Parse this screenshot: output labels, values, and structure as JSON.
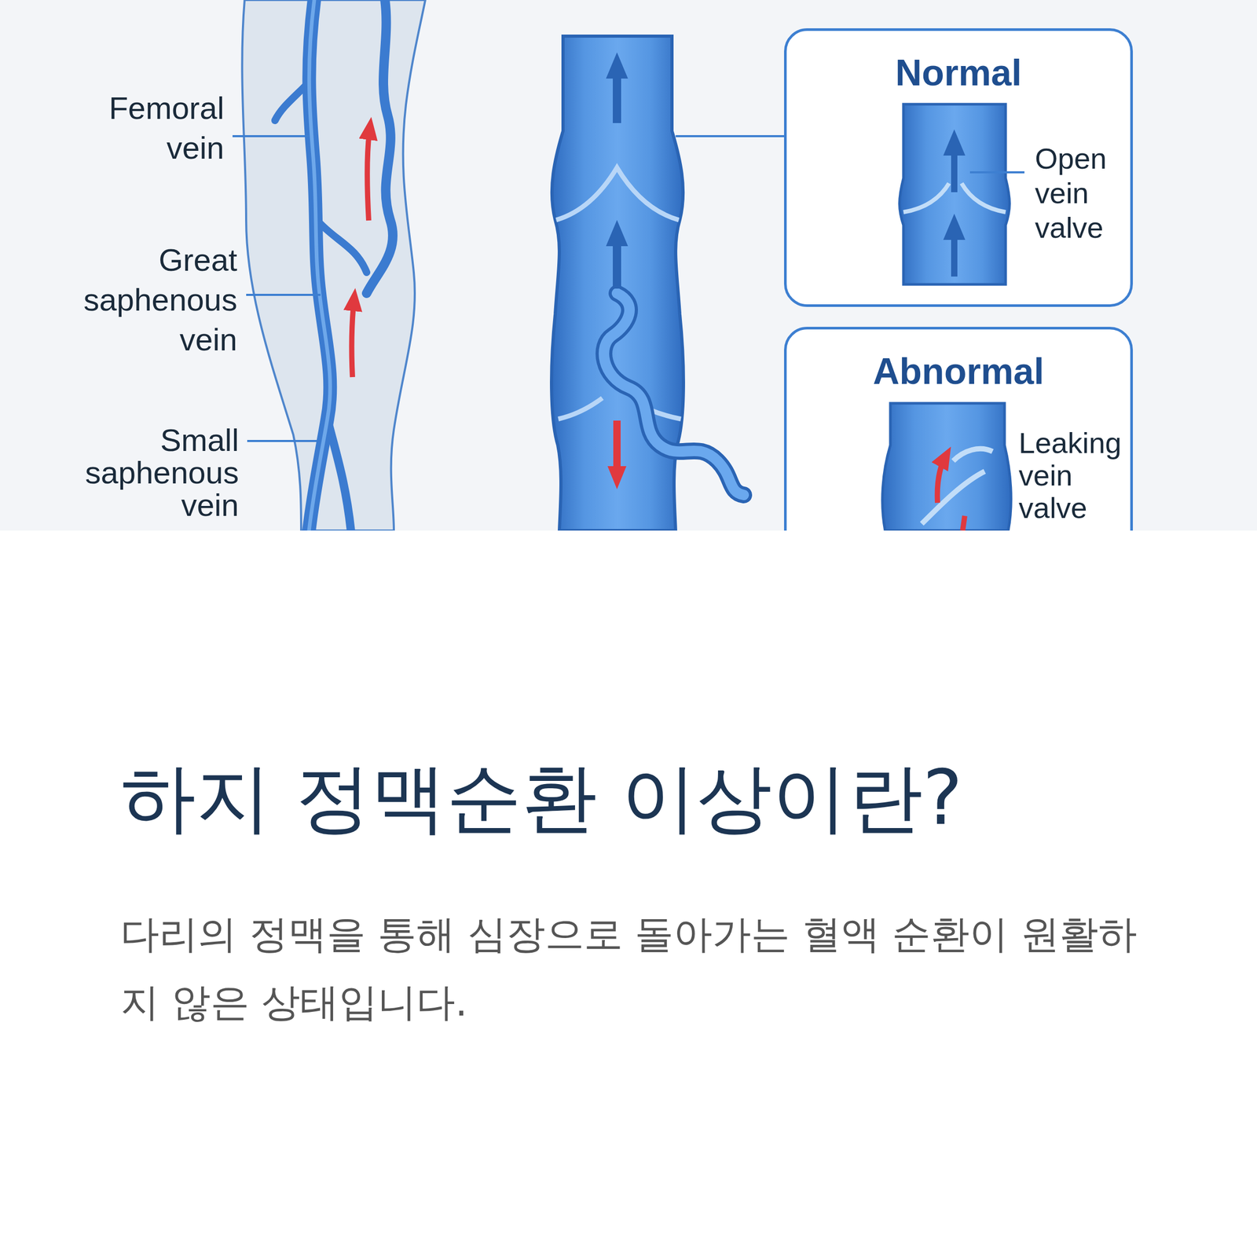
{
  "diagram": {
    "title": "하지 정맥순환 이상이란?",
    "caption": "다리의 정맥을 통해 심장으로 돌아가는 혈액 순환이 원활하지 않은 상태입니다.",
    "nodes": [
      {
        "text": [
          "Normal",
          "Open vein valve"
        ]
      },
      {
        "text": [
          "Abnormal",
          "Leaking vein valve"
        ]
      }
    ],
    "labels": [
      "Femoral vein",
      "Great saphenous vein",
      "Small saphenous vein"
    ]
  }
}
